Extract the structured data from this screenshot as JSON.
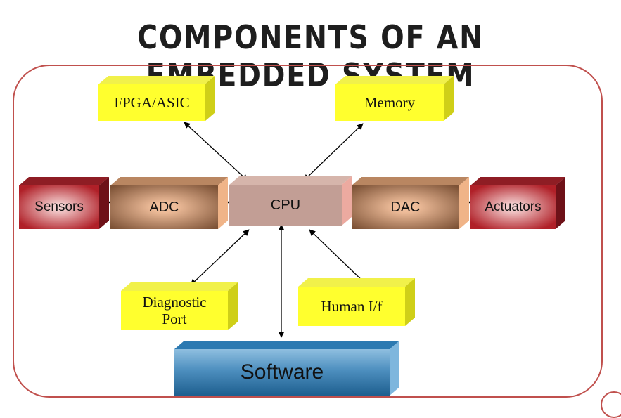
{
  "title": "COMPONENTS OF AN EMBEDDED SYSTEM",
  "blocks": {
    "fpga": "FPGA/ASIC",
    "memory": "Memory",
    "sensors": "Sensors",
    "adc": "ADC",
    "cpu": "CPU",
    "dac": "DAC",
    "actuators": "Actuators",
    "diagnostic_line1": "Diagnostic",
    "diagnostic_line2": "Port",
    "human": "Human I/f",
    "software": "Software"
  },
  "colors": {
    "frame": "#c0504d",
    "yellow": "#ffff2e",
    "red": "#b02028",
    "brown": "#7d5236",
    "cpu": "#c29e95",
    "blue": "#1e5f8f"
  }
}
